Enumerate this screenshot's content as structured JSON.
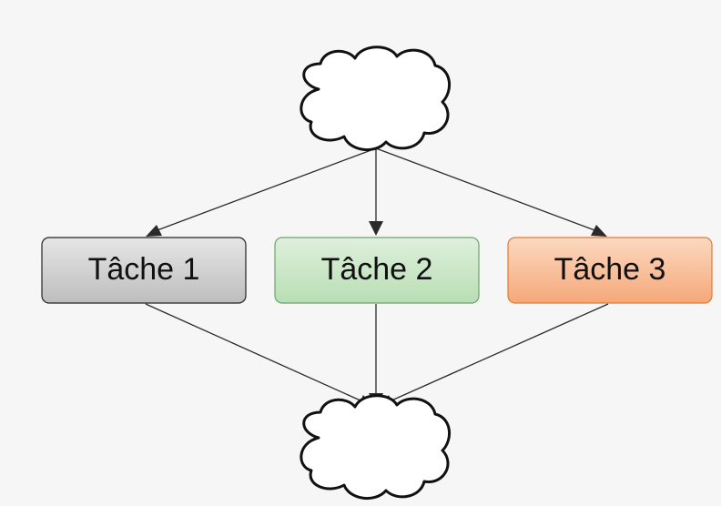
{
  "tasks": [
    {
      "label": "Tâche 1",
      "fill_top": "#e6e6e6",
      "fill_bottom": "#bdbdbd",
      "stroke": "#222222"
    },
    {
      "label": "Tâche 2",
      "fill_top": "#dff0dc",
      "fill_bottom": "#b8deb4",
      "stroke": "#6aa56a"
    },
    {
      "label": "Tâche 3",
      "fill_top": "#fcd9c0",
      "fill_bottom": "#f5a879",
      "stroke": "#e07b33"
    }
  ],
  "clouds": [
    {
      "role": "source"
    },
    {
      "role": "sink"
    }
  ]
}
